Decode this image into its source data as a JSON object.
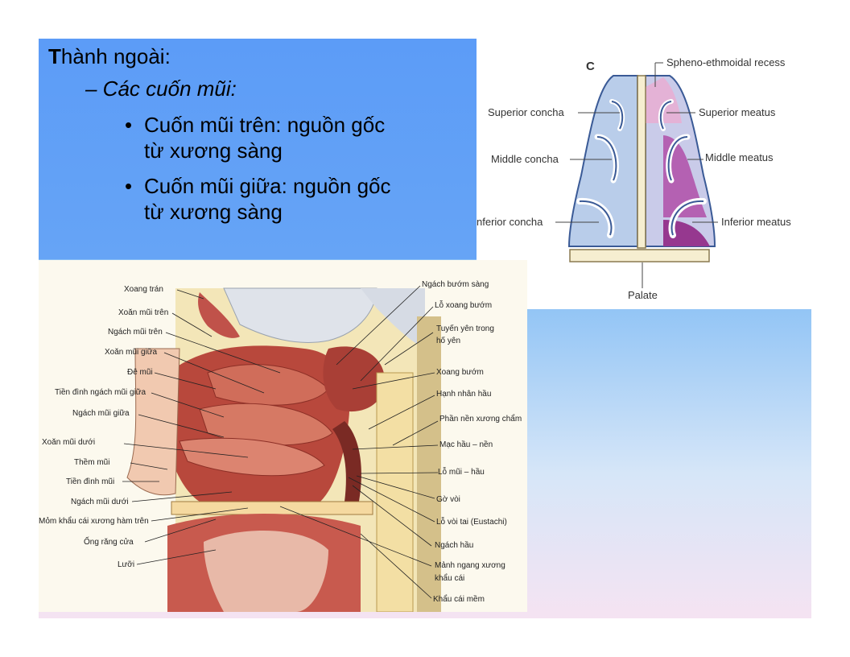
{
  "slide": {
    "heading_bold": "T",
    "heading_rest": "hành ngoài:",
    "subheading": "– Các cuốn mũi:",
    "bullets": [
      {
        "line1": "Cuốn  mũi trên: nguồn gốc",
        "line2": "từ xương sàng"
      },
      {
        "line1": "Cuốn mũi giữa: nguồn gốc",
        "line2": "từ xương sàng"
      }
    ]
  },
  "diagram": {
    "panel_letter": "C",
    "labels": {
      "spheno_ethmoidal_recess": "Spheno-ethmoidal recess",
      "superior_concha": "Superior concha",
      "superior_meatus": "Superior meatus",
      "middle_concha": "Middle concha",
      "middle_meatus": "Middle meatus",
      "inferior_concha": "nferior concha",
      "inferior_meatus": "Inferior meatus",
      "palate": "Palate"
    }
  },
  "anatomy_photo": {
    "labels_left": [
      "Xoang trán",
      "Xoăn mũi trên",
      "Ngách mũi trên",
      "Xoăn mũi giữa",
      "Đê mũi",
      "Tiền đình ngách mũi giữa",
      "Ngách mũi giữa",
      "Xoăn mũi dưới",
      "Thềm mũi",
      "Tiền đình mũi",
      "Ngách mũi dưới",
      "Mỏm khẩu cái xương hàm trên",
      "Ống răng cửa",
      "Lưỡi"
    ],
    "labels_right": [
      "Ngách bướm sàng",
      "Lỗ xoang bướm",
      "Tuyến yên trong",
      "hố yên",
      "Xoang bướm",
      "Hạnh nhân hầu",
      "Phần nền xương chẩm",
      "Mạc hầu – nền",
      "Lỗ mũi – hầu",
      "Gờ vòi",
      "Lỗ vòi tai (Eustachi)",
      "Ngách hầu",
      "Mảnh ngang xương",
      "khẩu cái",
      "Khẩu cái mềm"
    ]
  }
}
